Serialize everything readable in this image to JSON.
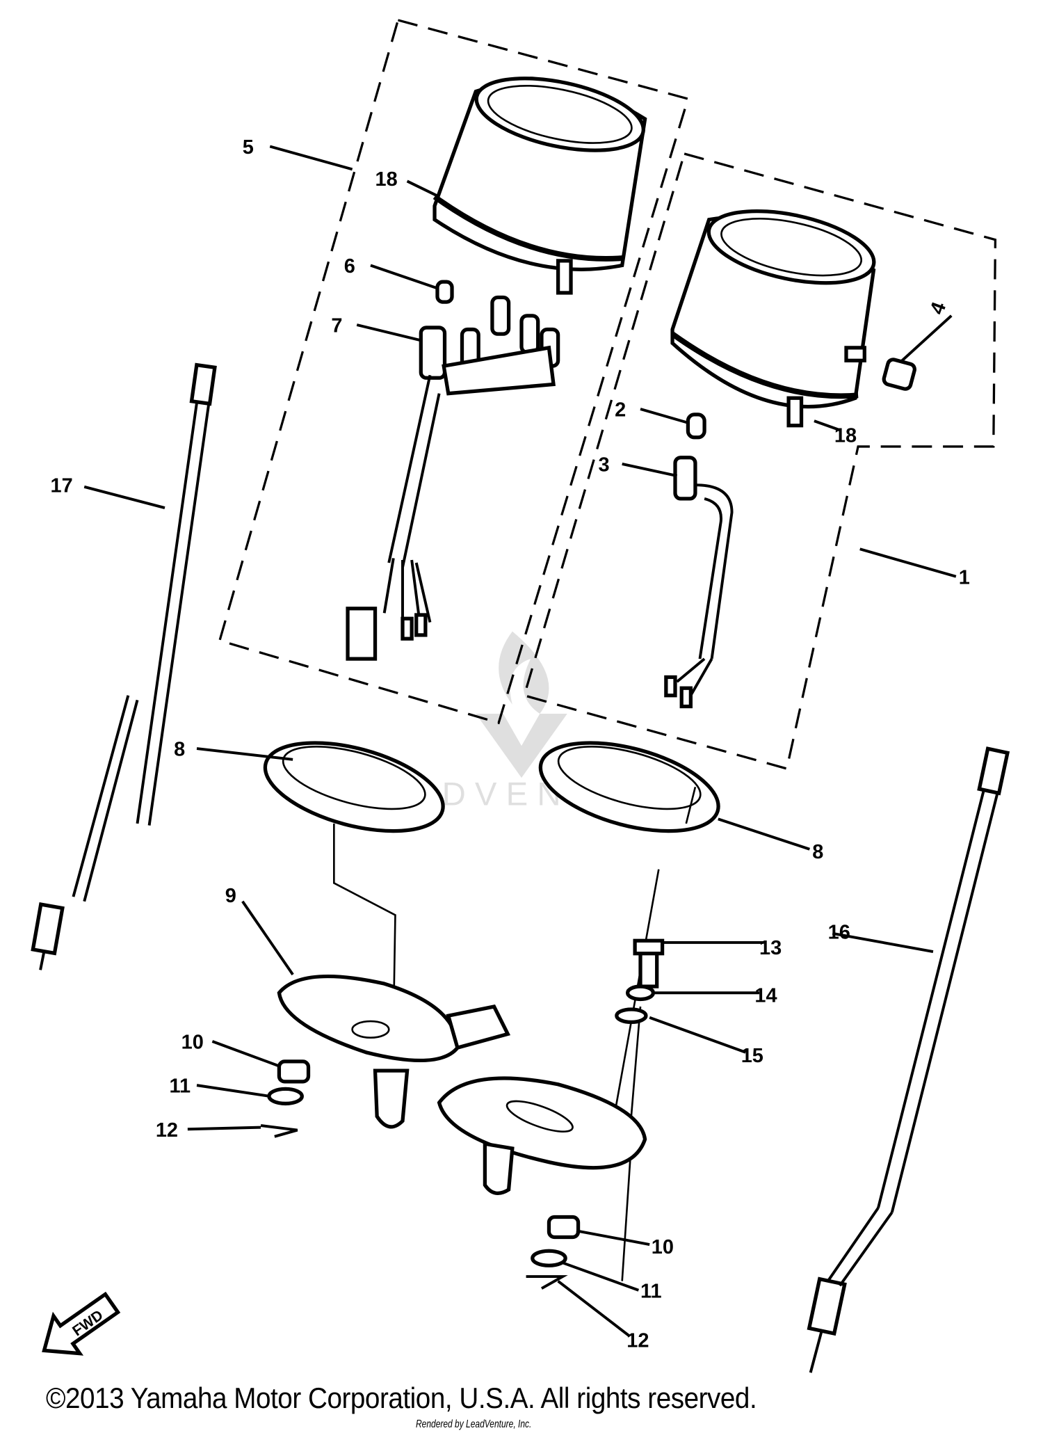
{
  "diagram": {
    "callouts": [
      "1",
      "2",
      "3",
      "4",
      "5",
      "6",
      "7",
      "8",
      "8",
      "9",
      "10",
      "10",
      "11",
      "11",
      "12",
      "12",
      "13",
      "14",
      "15",
      "16",
      "17",
      "18",
      "18"
    ],
    "fwd_label": "FWD"
  },
  "watermark": "LEADVENTURE",
  "footer": {
    "copyright": "©2013 Yamaha Motor Corporation, U.S.A. All rights reserved.",
    "rendered_by": "Rendered by LeadVenture, Inc."
  }
}
